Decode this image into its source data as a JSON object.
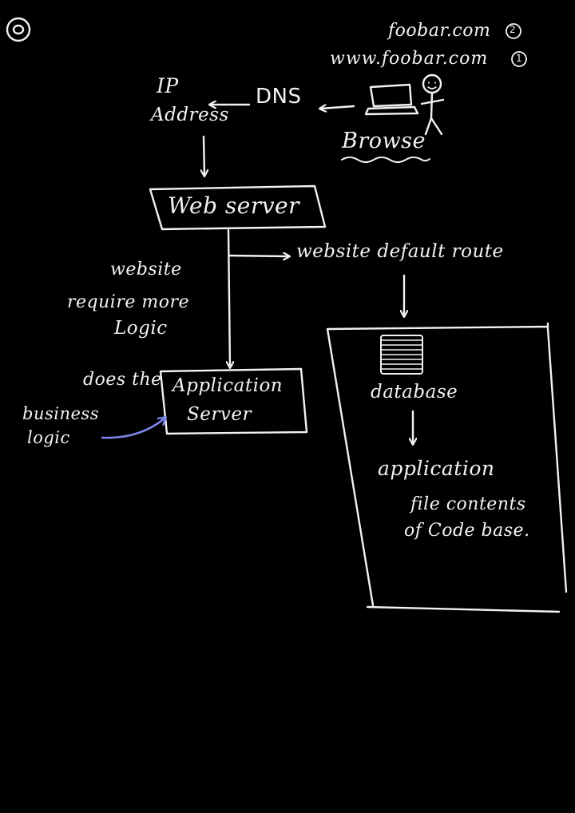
{
  "page_number": "0",
  "domains": {
    "primary": "www.foobar.com",
    "primary_marker": "1",
    "secondary": "foobar.com",
    "secondary_marker": "2"
  },
  "user": {
    "action_label": "Browse"
  },
  "dns": {
    "label": "DNS"
  },
  "ip": {
    "line1": "IP",
    "line2": "Address"
  },
  "web_server": {
    "label": "Web server"
  },
  "web_server_branch": {
    "label": "website default route"
  },
  "side_note": {
    "line1": "website",
    "line2": "require more",
    "line3": "Logic"
  },
  "app_server": {
    "prefix": "does the",
    "line1": "Application",
    "line2": "Server"
  },
  "business_logic": {
    "line1": "business",
    "line2": "logic"
  },
  "codebase_box": {
    "database_label": "database",
    "application_label": "application",
    "contents_line1": "file contents",
    "contents_line2": "of Code base."
  },
  "colors": {
    "background": "#000000",
    "ink": "#f2f2f2",
    "accent_arrow": "#7b84e8"
  }
}
